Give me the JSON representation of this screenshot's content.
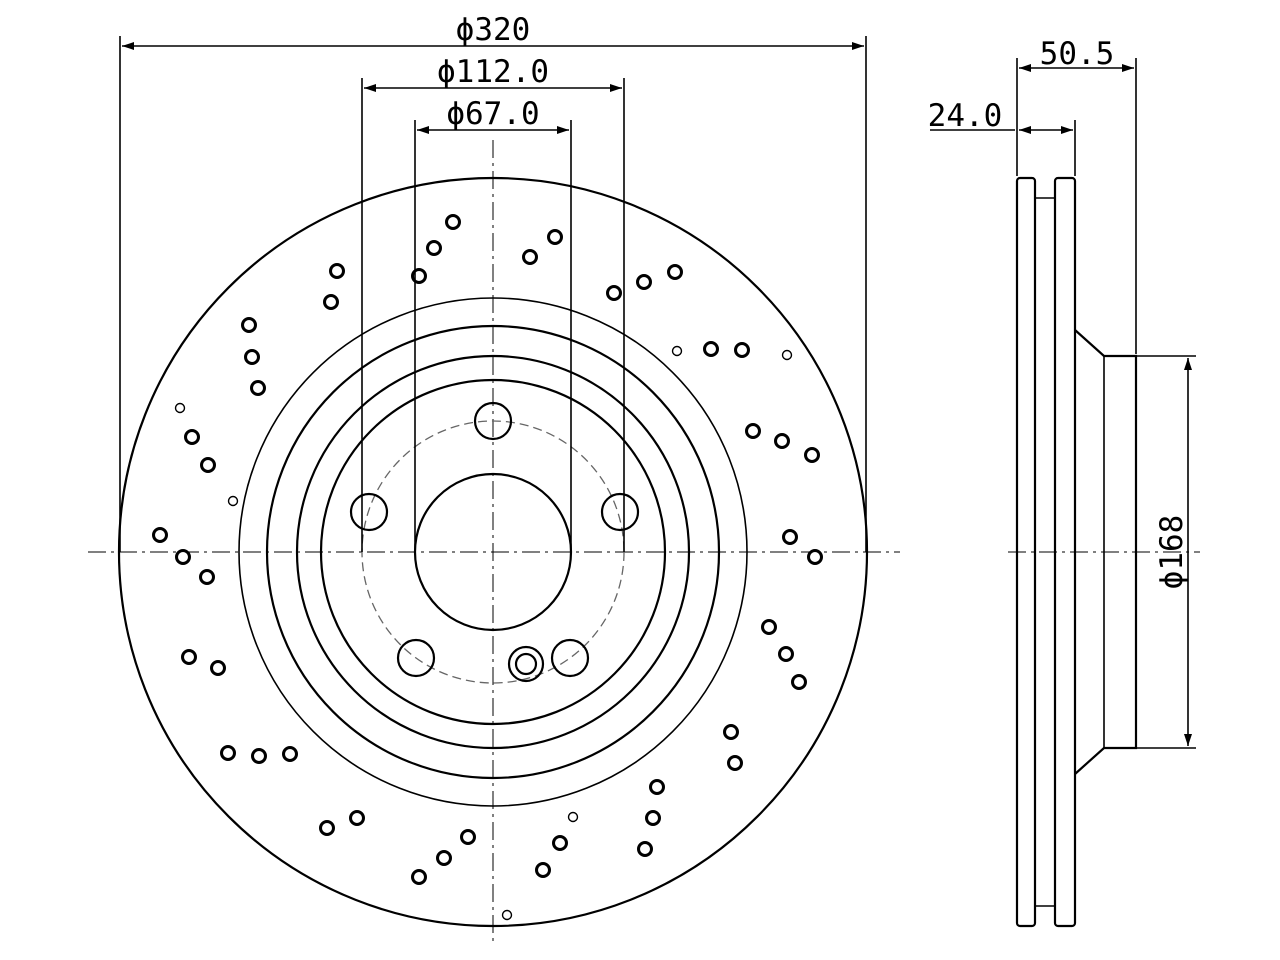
{
  "front_view": {
    "dimensions": {
      "outer_diameter": "ϕ320",
      "bolt_circle": "ϕ112.0",
      "center_bore": "ϕ67.0"
    },
    "bolt_holes": 5,
    "cross_drill_pattern": "paired and triple drill holes on curved rows"
  },
  "side_view": {
    "dimensions": {
      "total_height": "50.5",
      "disc_thickness": "24.0",
      "hat_diameter": "ϕ168"
    }
  }
}
